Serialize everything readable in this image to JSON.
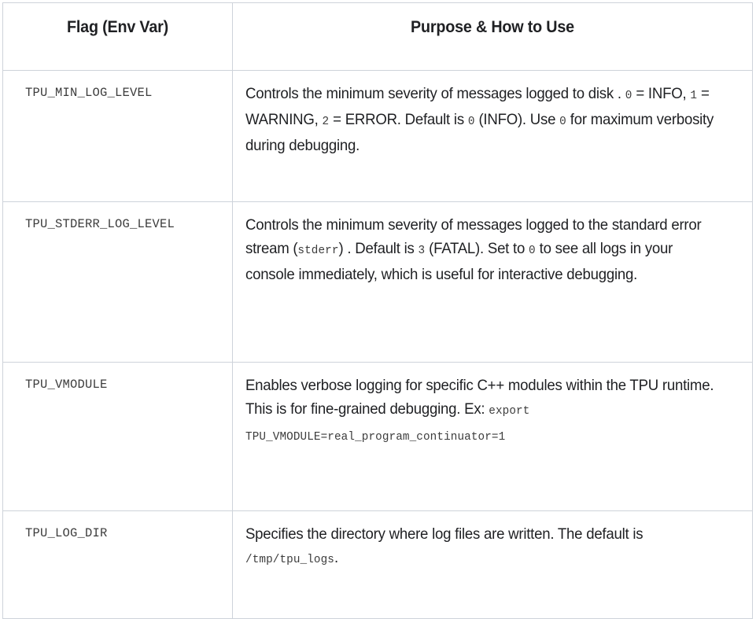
{
  "table": {
    "columns": [
      {
        "header": "Flag (Env Var)"
      },
      {
        "header": "Purpose & How to Use"
      }
    ],
    "border_color": "#ced3da",
    "text_color": "#1f2023",
    "code_color": "#3c3c3c",
    "rows": [
      {
        "flag": "TPU_MIN_LOG_LEVEL",
        "description_plain": "Controls the minimum severity of messages logged to disk . 0 = INFO, 1 = WARNING, 2 = ERROR. Default is 0 (INFO). Use 0 for maximum verbosity during debugging.",
        "description_parts": [
          {
            "type": "text",
            "value": "Controls the minimum severity of messages logged to disk . "
          },
          {
            "type": "code",
            "value": "0"
          },
          {
            "type": "text",
            "value": " = INFO, "
          },
          {
            "type": "code",
            "value": "1"
          },
          {
            "type": "text",
            "value": " = WARNING, "
          },
          {
            "type": "code",
            "value": "2"
          },
          {
            "type": "text",
            "value": " = ERROR. Default is "
          },
          {
            "type": "code",
            "value": "0"
          },
          {
            "type": "text",
            "value": " (INFO). Use "
          },
          {
            "type": "code",
            "value": "0"
          },
          {
            "type": "text",
            "value": " for maximum verbosity during debugging."
          }
        ]
      },
      {
        "flag": "TPU_STDERR_LOG_LEVEL",
        "description_plain": "Controls the minimum severity of messages logged to the standard error stream (stderr) . Default is 3 (FATAL). Set to 0 to see all logs in your console immediately, which is useful for interactive debugging.",
        "description_parts": [
          {
            "type": "text",
            "value": "Controls the minimum severity of messages logged to the standard error stream ("
          },
          {
            "type": "code",
            "value": "stderr"
          },
          {
            "type": "text",
            "value": ") . Default is "
          },
          {
            "type": "code",
            "value": "3"
          },
          {
            "type": "text",
            "value": " (FATAL). Set to "
          },
          {
            "type": "code",
            "value": "0"
          },
          {
            "type": "text",
            "value": " to see all logs in your console immediately, which is useful for interactive debugging."
          }
        ]
      },
      {
        "flag": "TPU_VMODULE",
        "description_plain": "Enables verbose logging for specific C++ modules within the TPU runtime. This is for fine-grained debugging. Ex: export TPU_VMODULE=real_program_continuator=1",
        "description_parts": [
          {
            "type": "text",
            "value": "Enables verbose logging for specific C++ modules within the TPU runtime. This is for fine-grained debugging. Ex: "
          },
          {
            "type": "code",
            "value": "export TPU_VMODULE=real_program_continuator=1"
          }
        ]
      },
      {
        "flag": "TPU_LOG_DIR",
        "description_plain": "Specifies the directory where log files are written. The default is /tmp/tpu_logs.",
        "description_parts": [
          {
            "type": "text",
            "value": "Specifies the directory where log files are written. The default is "
          },
          {
            "type": "code",
            "value": "/tmp/tpu_logs"
          },
          {
            "type": "text",
            "value": "."
          }
        ]
      }
    ]
  }
}
